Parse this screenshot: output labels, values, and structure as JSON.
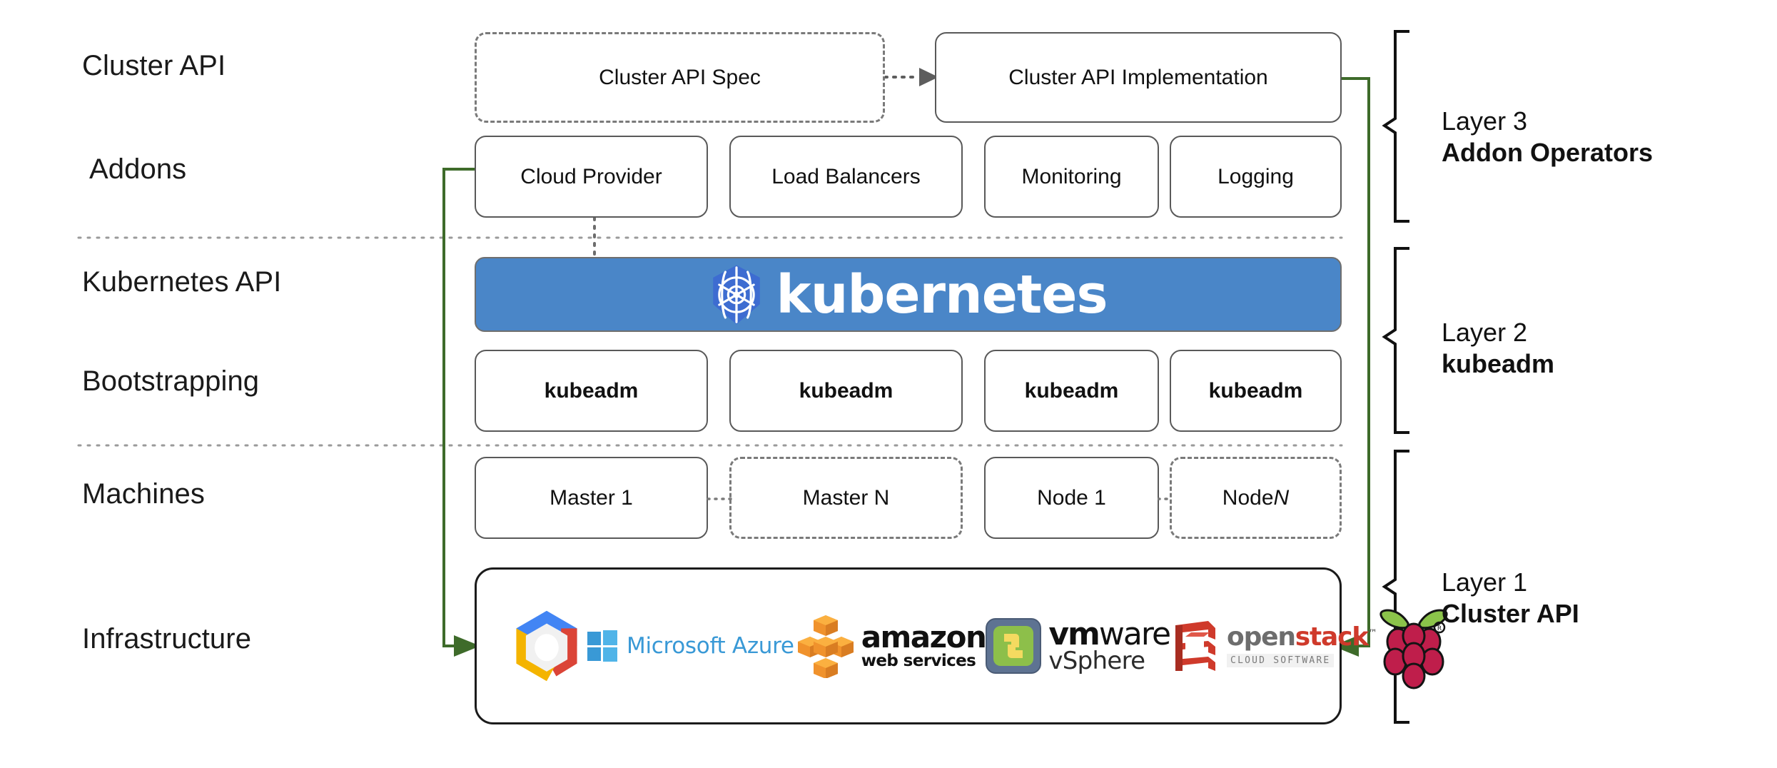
{
  "diagram": {
    "title": "Kubernetes Cluster API layered architecture",
    "accent_green": "#3e6b2a",
    "k8s_blue": "#4a86c8",
    "k8s_logo_blue": "#3d6cd1"
  },
  "row_labels": [
    {
      "name": "cluster-api",
      "text": "Cluster API"
    },
    {
      "name": "addons",
      "text": "Addons"
    },
    {
      "name": "kubernetes-api",
      "text": "Kubernetes API"
    },
    {
      "name": "bootstrapping",
      "text": "Bootstrapping"
    },
    {
      "name": "machines",
      "text": "Machines"
    },
    {
      "name": "infrastructure",
      "text": "Infrastructure"
    }
  ],
  "cluster_api_row": [
    {
      "name": "cluster-api-spec",
      "text": "Cluster API Spec",
      "style": "dashed"
    },
    {
      "name": "cluster-api-implementation",
      "text": "Cluster API Implementation",
      "style": "solid"
    }
  ],
  "addons_row": [
    {
      "name": "cloud-provider",
      "text": "Cloud Provider"
    },
    {
      "name": "load-balancers",
      "text": "Load Balancers"
    },
    {
      "name": "monitoring",
      "text": "Monitoring"
    },
    {
      "name": "logging",
      "text": "Logging"
    }
  ],
  "kubernetes_banner": {
    "wordmark": "kubernetes",
    "logo_name": "kubernetes-helm-icon"
  },
  "bootstrapping_row": [
    {
      "name": "kubeadm-1",
      "text": "kubeadm"
    },
    {
      "name": "kubeadm-2",
      "text": "kubeadm"
    },
    {
      "name": "kubeadm-3",
      "text": "kubeadm"
    },
    {
      "name": "kubeadm-4",
      "text": "kubeadm"
    }
  ],
  "machines_row": [
    {
      "name": "master-1",
      "text": "Master 1",
      "style": "solid",
      "italic_suffix": ""
    },
    {
      "name": "master-n",
      "text": "Master N",
      "style": "dashed",
      "italic_suffix": ""
    },
    {
      "name": "node-1",
      "text": "Node 1",
      "style": "solid",
      "italic_suffix": ""
    },
    {
      "name": "node-n",
      "text": "Node ",
      "style": "dashed",
      "italic_suffix": "N"
    }
  ],
  "infrastructure_logos": [
    {
      "name": "google-cloud-platform-logo",
      "label": "Google Cloud Platform"
    },
    {
      "name": "microsoft-azure-logo",
      "label": "Microsoft Azure"
    },
    {
      "name": "amazon-web-services-logo",
      "label_top": "amazon",
      "label_bottom": "web services"
    },
    {
      "name": "vmware-vsphere-logo",
      "label_top_bold": "vm",
      "label_top_thin": "ware",
      "label_bottom": "vSphere"
    },
    {
      "name": "openstack-logo",
      "label_open": "open",
      "label_stack": "stack",
      "label_sub": "CLOUD SOFTWARE"
    },
    {
      "name": "raspberry-pi-logo",
      "label": "Raspberry Pi"
    }
  ],
  "layers": [
    {
      "name": "layer-3",
      "line1": "Layer 3",
      "line2": "Addon Operators"
    },
    {
      "name": "layer-2",
      "line1": "Layer 2",
      "line2": "kubeadm"
    },
    {
      "name": "layer-1",
      "line1": "Layer 1",
      "line2": "Cluster API"
    }
  ]
}
